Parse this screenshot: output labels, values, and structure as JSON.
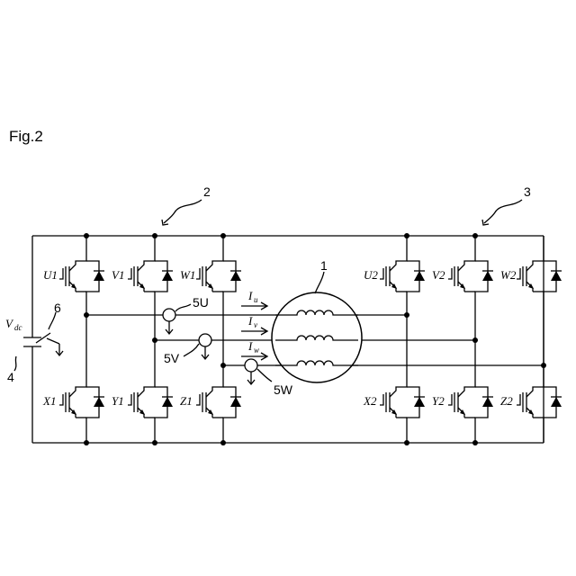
{
  "figure": {
    "title": "Fig.2"
  },
  "references": {
    "ref_2": "2",
    "ref_3": "3",
    "ref_1": "1",
    "ref_4": "4",
    "ref_6": "6",
    "ref_5u": "5U",
    "ref_5v": "5V",
    "ref_5w": "5W"
  },
  "source": {
    "v": "V",
    "sub": "dc"
  },
  "currents": {
    "u": {
      "main": "I",
      "sub": "u"
    },
    "v": {
      "main": "I",
      "sub": "v"
    },
    "w": {
      "main": "I",
      "sub": "w"
    }
  },
  "switches": {
    "U1": "U1",
    "V1": "V1",
    "W1": "W1",
    "X1": "X1",
    "Y1": "Y1",
    "Z1": "Z1",
    "U2": "U2",
    "V2": "V2",
    "W2": "W2",
    "X2": "X2",
    "Y2": "Y2",
    "Z2": "Z2"
  }
}
